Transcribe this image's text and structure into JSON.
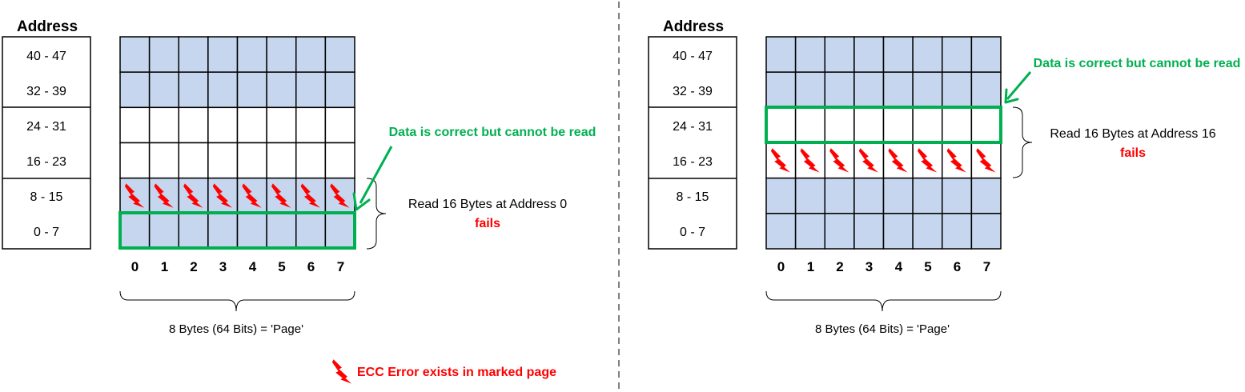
{
  "colors": {
    "filled_cell": "#c5d6ee",
    "empty_cell": "#ffffff",
    "grid_line": "#000000",
    "highlight": "#00b050",
    "error": "#ff0000",
    "text": "#000000"
  },
  "address_header": "Address",
  "address_labels": [
    "40 - 47",
    "32 - 39",
    "24 - 31",
    "16 - 23",
    "8 - 15",
    "0 - 7"
  ],
  "byte_indices": [
    "0",
    "1",
    "2",
    "3",
    "4",
    "5",
    "6",
    "7"
  ],
  "page_label": "8 Bytes (64 Bits) = 'Page'",
  "panels": [
    {
      "id": "left",
      "row_fill": [
        "filled",
        "filled",
        "empty",
        "empty",
        "filled",
        "filled"
      ],
      "error_row_index": 4,
      "highlight_row_index": 5,
      "correct_label": "Data is correct but cannot be read",
      "read_label": "Read 16 Bytes at Address 0",
      "fails_label": "fails"
    },
    {
      "id": "right",
      "row_fill": [
        "filled",
        "filled",
        "empty",
        "empty",
        "filled",
        "filled"
      ],
      "error_row_index": 3,
      "highlight_row_index": 2,
      "correct_label": "Data is correct but cannot be read",
      "read_label": "Read 16 Bytes at Address 16",
      "fails_label": "fails"
    }
  ],
  "legend": {
    "icon": "lightning-icon",
    "label": "ECC Error exists in marked page"
  }
}
